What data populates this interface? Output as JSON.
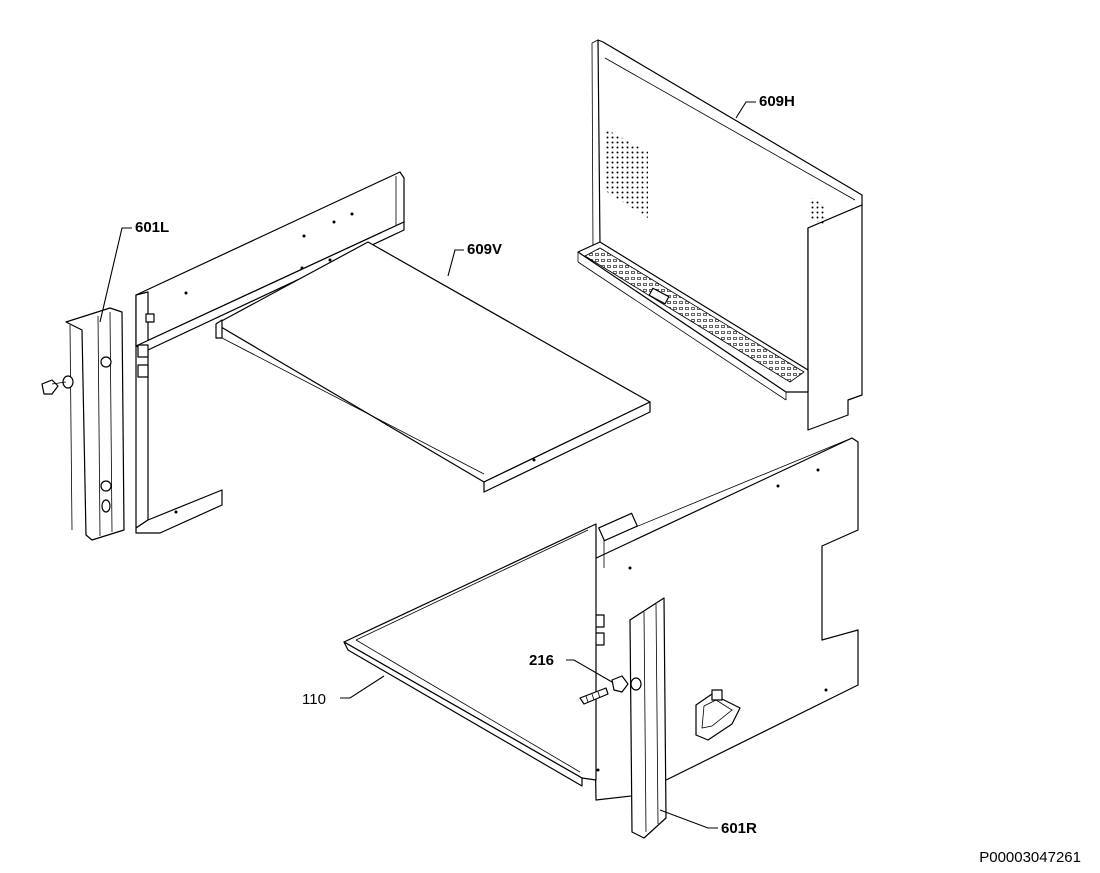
{
  "labels": {
    "part_601L": "601L",
    "part_609V": "609V",
    "part_609H": "609H",
    "part_216": "216",
    "part_110": "110",
    "part_601R": "601R"
  },
  "reference_number": "P00003047261"
}
